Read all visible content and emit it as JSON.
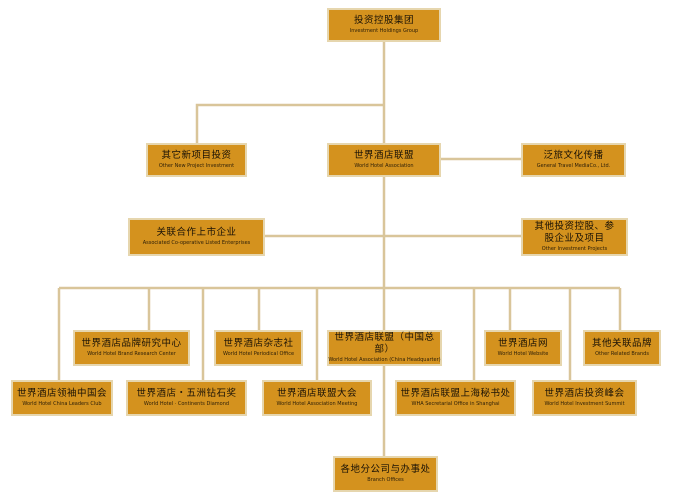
{
  "colors": {
    "box_fill": "#D4921E",
    "box_border": "#E6D6AE",
    "line": "#D9C59A"
  },
  "nodes": {
    "root": {
      "zh": "投资控股集团",
      "en": "Investment Holdings Group"
    },
    "other_new": {
      "zh": "其它新项目投资",
      "en": "Other New Project Investment"
    },
    "wha": {
      "zh": "世界酒店联盟",
      "en": "World Hotel Association"
    },
    "travel_media": {
      "zh": "泛旅文化传播",
      "en": "General Travel MediaCo., Ltd."
    },
    "listed": {
      "zh": "关联合作上市企业",
      "en": "Associated Co-operative Listed Enterprises"
    },
    "other_inv": {
      "zh": "其他投资控股、参股企业及项目",
      "en": "Other Investment Projects"
    },
    "leaders_club": {
      "zh": "世界酒店领袖中国会",
      "en": "World Hotel China Leaders Club"
    },
    "brand_research": {
      "zh": "世界酒店品牌研究中心",
      "en": "World Hotel Brand Research Center"
    },
    "diamond": {
      "zh": "世界酒店・五洲钻石奖",
      "en": "World Hotel · Continents Diamond"
    },
    "periodical": {
      "zh": "世界酒店杂志社",
      "en": "World Hotel Periodical Office"
    },
    "meeting": {
      "zh": "世界酒店联盟大会",
      "en": "World Hotel Association Meeting"
    },
    "china_hq": {
      "zh": "世界酒店联盟（中国总部）",
      "en": "World Hotel Association (China Headquarter)"
    },
    "secretariat": {
      "zh": "世界酒店联盟上海秘书处",
      "en": "WHA Secretarial Office in Shanghai"
    },
    "website": {
      "zh": "世界酒店网",
      "en": "World Hotel Website"
    },
    "summit": {
      "zh": "世界酒店投资峰会",
      "en": "World Hotel Investment Summit"
    },
    "related_brands": {
      "zh": "其他关联品牌",
      "en": "Other Related Brands"
    },
    "branches": {
      "zh": "各地分公司与办事处",
      "en": "Branch Offices"
    }
  }
}
